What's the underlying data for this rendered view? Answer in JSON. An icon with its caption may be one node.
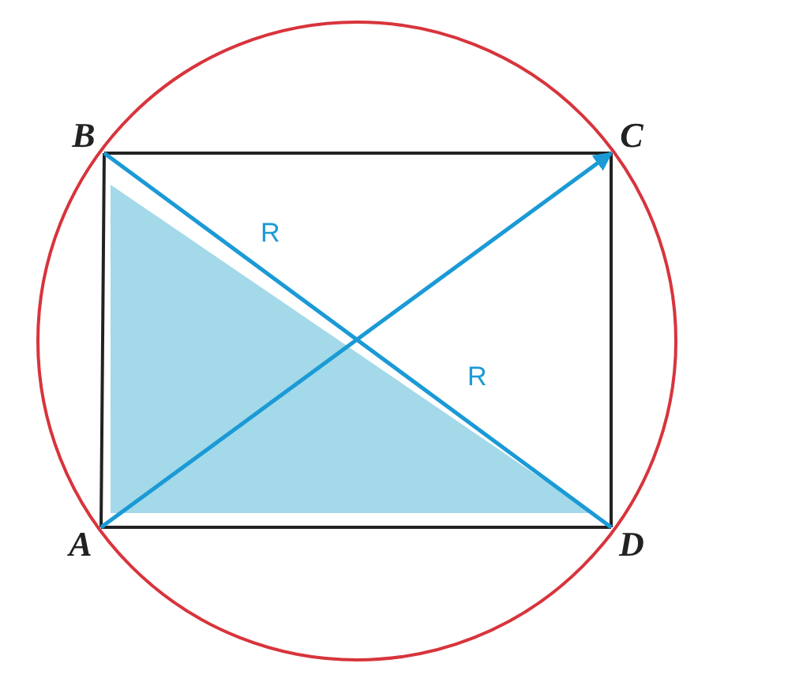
{
  "diagram": {
    "nodes": [
      {
        "text": [
          "A"
        ]
      },
      {
        "text": [
          "B"
        ]
      },
      {
        "text": [
          "C"
        ]
      },
      {
        "text": [
          "D"
        ]
      }
    ],
    "edges": [
      {
        "from": 0,
        "to": 1,
        "arrow": "none"
      },
      {
        "from": 1,
        "to": 2,
        "arrow": "none"
      },
      {
        "from": 2,
        "to": 3,
        "arrow": "none"
      },
      {
        "from": 3,
        "to": 0,
        "arrow": "none"
      },
      {
        "from": 1,
        "to": 3,
        "arrow": "none",
        "color": "#1a9ad6"
      },
      {
        "from": 0,
        "to": 2,
        "arrow": "to",
        "color": "#1a9ad6"
      }
    ],
    "labels": [
      "R",
      "R"
    ]
  }
}
